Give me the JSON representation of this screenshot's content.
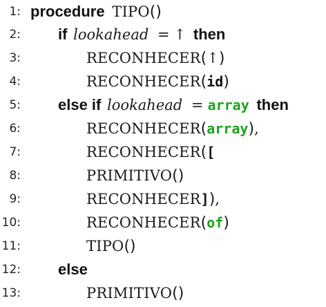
{
  "lines": [
    {
      "n": "1:",
      "keyword": "procedure",
      "proc": "TIPO"
    },
    {
      "n": "2:",
      "kw_if": "if",
      "var": "lookahead",
      "eq": "=",
      "sym": "↑",
      "kw_then": "then"
    },
    {
      "n": "3:",
      "call": "RECONHECER",
      "arg": "↑"
    },
    {
      "n": "4:",
      "call": "RECONHECER",
      "arg": "id"
    },
    {
      "n": "5:",
      "kw_elseif": "else if",
      "var": "lookahead",
      "eq": "=",
      "tok": "array",
      "kw_then": "then"
    },
    {
      "n": "6:",
      "call": "RECONHECER",
      "arg": "array",
      "trail": ","
    },
    {
      "n": "7:",
      "call": "RECONHECER",
      "arg": "["
    },
    {
      "n": "8:",
      "call": "PRIMITIVO"
    },
    {
      "n": "9:",
      "call": "RECONHECER",
      "arg": "]",
      "trail": ","
    },
    {
      "n": "10:",
      "call": "RECONHECER",
      "arg": "of"
    },
    {
      "n": "11:",
      "call": "TIPO"
    },
    {
      "n": "12:",
      "kw_else": "else"
    },
    {
      "n": "13:",
      "call": "PRIMITIVO"
    }
  ],
  "colors": {
    "token_green": "#1aa31a"
  }
}
